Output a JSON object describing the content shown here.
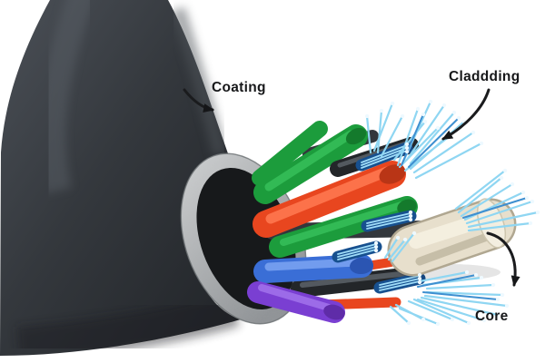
{
  "figure": {
    "subject": "Fiber optic cable cutaway illustration"
  },
  "labels": {
    "coating": "Coating",
    "cladding": "Claddding",
    "core": "Core"
  },
  "colors": {
    "background": "#ffffff",
    "jacket": "#34383d",
    "coating_ring": "#b7babc",
    "interior": "#17191b",
    "tube_green": "#1c9c3c",
    "tube_red": "#e8461f",
    "tube_blue": "#3a6ed6",
    "tube_purple": "#7a3fd2",
    "tube_black": "#232629",
    "fiber_bundle": "#17508f",
    "fiber": "#8fd6f2",
    "fiber_dark": "#3e8fd0",
    "fiber_tip": "#eef9ff",
    "core_cylinder": "#e7dfcc",
    "annotation": "#1a1b1d"
  }
}
